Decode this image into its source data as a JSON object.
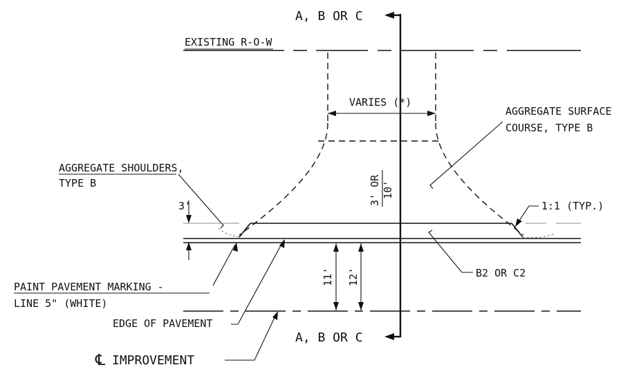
{
  "section_marks": {
    "top": "A, B OR C",
    "bottom": "A, B OR C"
  },
  "labels": {
    "existing_row": "EXISTING R-O-W",
    "varies": "VARIES (*)",
    "aggregate_surface_line1": "AGGREGATE SURFACE",
    "aggregate_surface_line2": "COURSE, TYPE B",
    "aggregate_shoulders_line1": "AGGREGATE SHOULDERS,",
    "aggregate_shoulders_line2": "TYPE B",
    "slope": "1:1 (TYP.)",
    "b2_c2": "B2 OR C2",
    "paint_line1": "PAINT PAVEMENT MARKING -",
    "paint_line2": "LINE 5\" (WHITE)",
    "edge_of_pavement": "EDGE OF PAVEMENT",
    "centerline_symbol": "℄",
    "centerline_text": "IMPROVEMENT"
  },
  "dimensions": {
    "three_ft": "3'",
    "three_or_ten_a": "3' OR",
    "three_or_ten_b": "10'",
    "eleven_ft": "11'",
    "twelve_ft": "12'"
  }
}
